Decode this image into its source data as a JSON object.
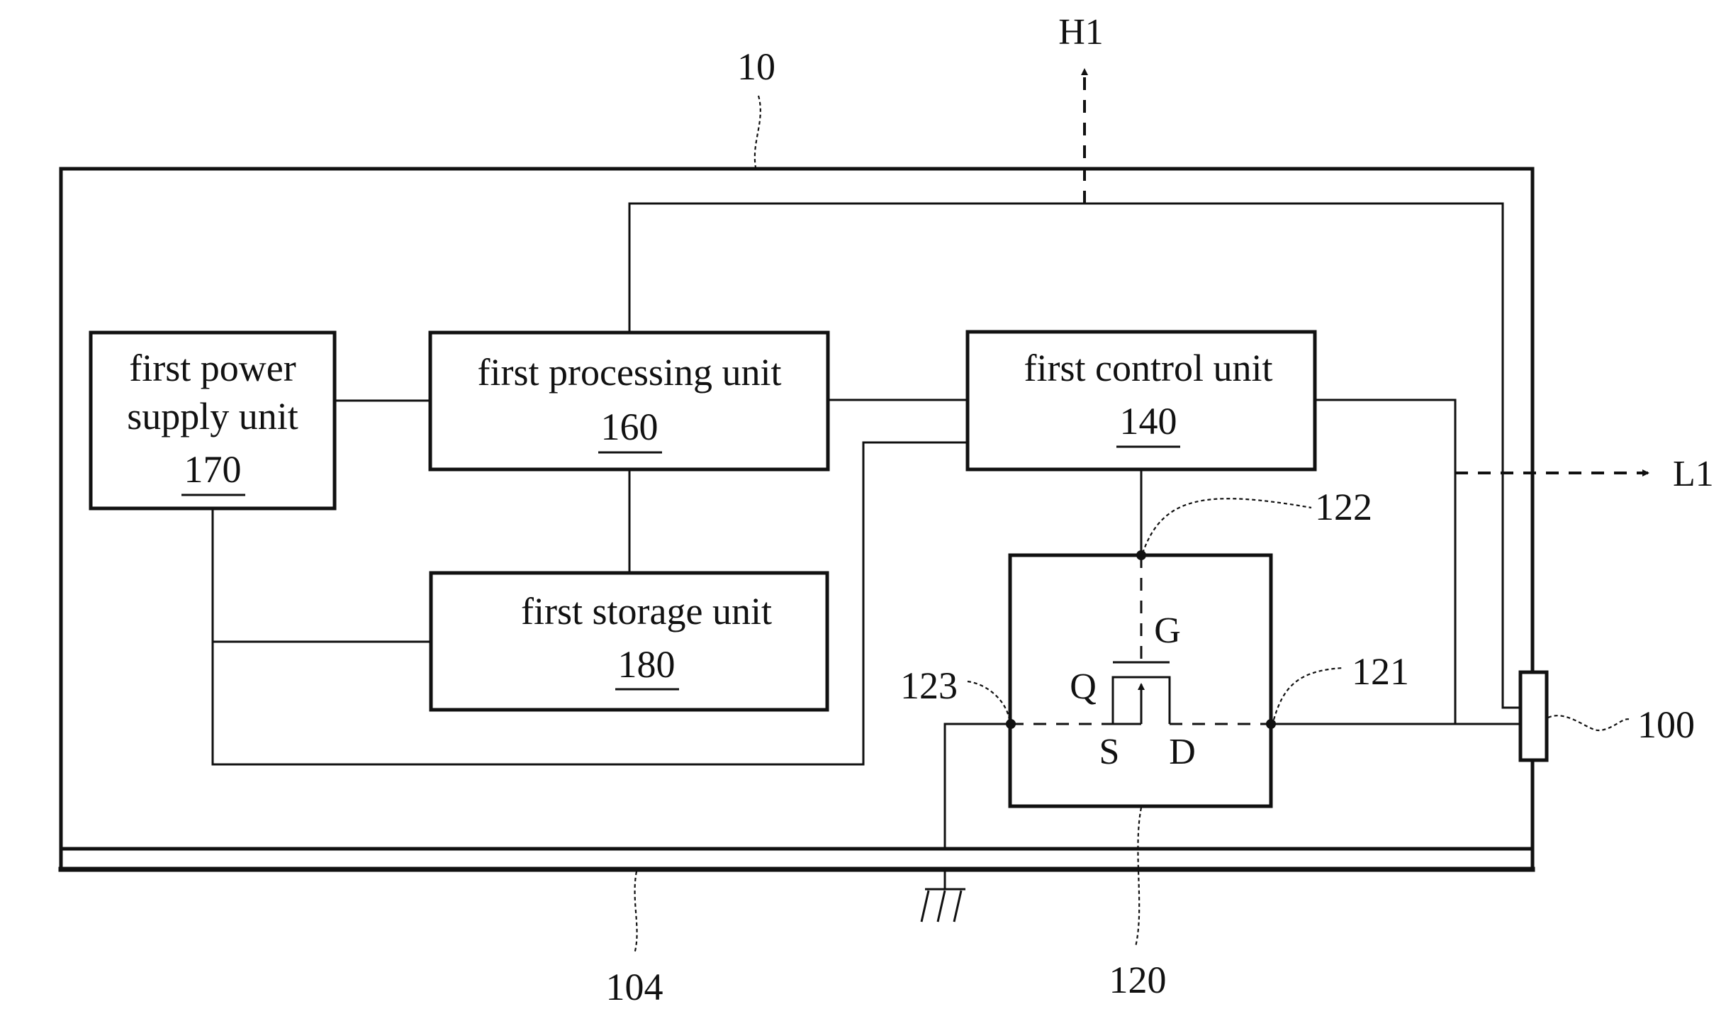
{
  "figure": {
    "device_ref": "10",
    "housing_ref": "104",
    "switch_ref": "120",
    "connector_ref": "100",
    "arrow_up_label": "H1",
    "arrow_right_label": "L1"
  },
  "blocks": {
    "power": {
      "line1": "first power",
      "line2": "supply unit",
      "ref": "170"
    },
    "processing": {
      "line1": "first processing unit",
      "ref": "160"
    },
    "control": {
      "line1": "first control unit",
      "ref": "140"
    },
    "storage": {
      "line1": "first storage unit",
      "ref": "180"
    }
  },
  "switch": {
    "transistor_label": "Q",
    "gate_label": "G",
    "source_label": "S",
    "drain_label": "D",
    "node_drain_ref": "121",
    "node_gate_ref": "122",
    "node_source_ref": "123"
  }
}
